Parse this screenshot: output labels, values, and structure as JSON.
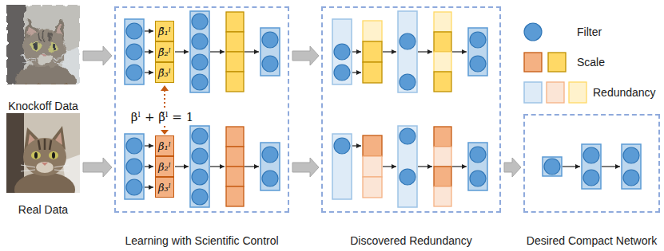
{
  "diagram": {
    "nodes": [
      {
        "text": [
          "Knockoff Data"
        ]
      },
      {
        "text": [
          "Real Data"
        ]
      },
      {
        "text": [
          "Learning with Scientific Control"
        ]
      },
      {
        "text": [
          "β̃₁ˡ"
        ],
        "in": 2
      },
      {
        "text": [
          "β̃₂ˡ"
        ],
        "in": 2
      },
      {
        "text": [
          "β̃₃ˡ"
        ],
        "in": 2
      },
      {
        "text": [
          "β₁ˡ"
        ],
        "in": 2
      },
      {
        "text": [
          "β₂ˡ"
        ],
        "in": 2
      },
      {
        "text": [
          "β₃ˡ"
        ],
        "in": 2
      },
      {
        "text": [
          "Discovered Redundancy"
        ]
      },
      {
        "text": [
          "Desired Compact Network"
        ]
      }
    ],
    "edges": [
      {
        "from": 0,
        "to": 2,
        "arrow": "to"
      },
      {
        "from": 1,
        "to": 2,
        "arrow": "to"
      },
      {
        "from": 2,
        "to": 9,
        "arrow": "to"
      },
      {
        "from": 2,
        "to": 9,
        "arrow": "to"
      },
      {
        "from": 9,
        "to": 10,
        "arrow": "to"
      }
    ],
    "labels": [
      "βˡ + β̃ˡ = 1"
    ],
    "legend": [
      {
        "text": "Filter"
      },
      {
        "text": "Scale"
      },
      {
        "text": "Redundancy"
      }
    ]
  }
}
